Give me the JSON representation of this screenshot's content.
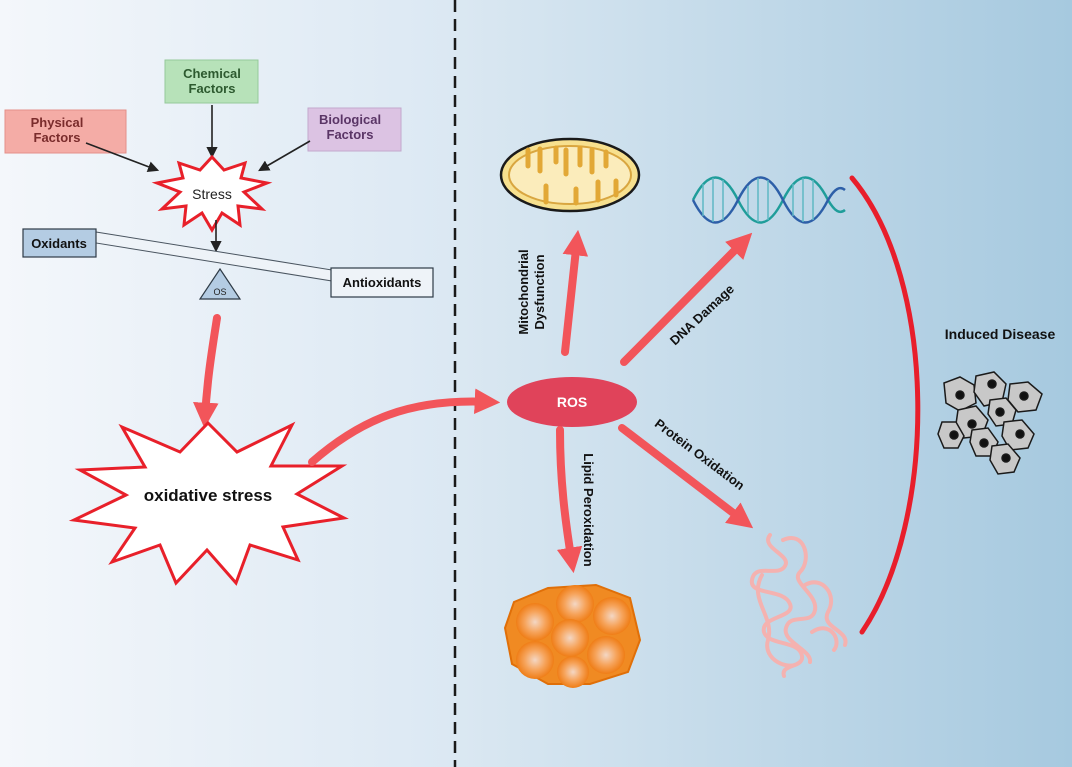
{
  "left_panel": {
    "factors": {
      "physical": [
        "Physical",
        "Factors"
      ],
      "chemical": [
        "Chemical",
        "Factors"
      ],
      "biological": [
        "Biological",
        "Factors"
      ]
    },
    "stress_label": "Stress",
    "balance": {
      "oxidants_label": "Oxidants",
      "antioxidants_label": "Antioxidants",
      "fulcrum_label": "OS"
    },
    "oxidative_stress_label": "oxidative stress"
  },
  "right_panel": {
    "ros_label": "ROS",
    "pathways": {
      "mitochondrial": [
        "Mitochondrial",
        "Dysfunction"
      ],
      "dna_damage": "DNA Damage",
      "lipid_peroxidation": "Lipid Peroxidation",
      "protein_oxidation": "Protein Oxidation"
    },
    "induced_disease_label": "Induced Disease"
  },
  "colors": {
    "physical_box": "#f4aca6",
    "chemical_box": "#b7e2b9",
    "biological_box": "#dcc3e3",
    "balance_box": "#b4cce3",
    "burst_stroke": "#e8202a",
    "arrow_red": "#f2555a",
    "ros_fill": "#e0435a",
    "bracket_red": "#e81e2b",
    "panel_left": "#edf3f9",
    "panel_right": "#a9cbe0"
  }
}
